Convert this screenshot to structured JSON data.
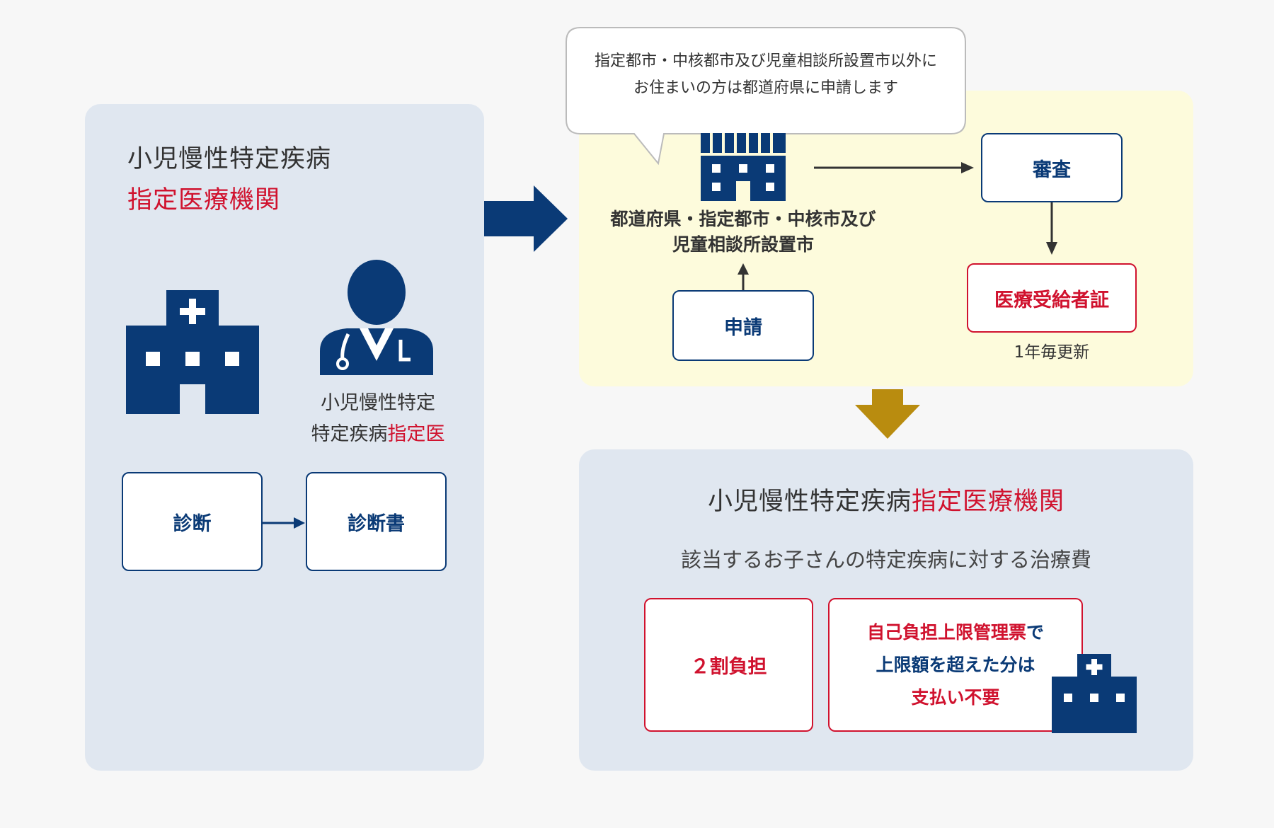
{
  "left_panel": {
    "title_line1": "小児慢性特定疾病",
    "title_line2": "指定医療機関",
    "doctor_label_line1": "小児慢性特定",
    "doctor_label_line2_a": "特定疾病",
    "doctor_label_line2_b": "指定医",
    "diagnosis": "診断",
    "certificate": "診断書"
  },
  "speech_bubble": {
    "line1": "指定都市・中核都市及び児童相談所設置市以外に",
    "line2": "お住まいの方は都道府県に申請します"
  },
  "application_panel": {
    "office_line1": "都道府県・指定都市・中核市及び",
    "office_line2": "児童相談所設置市",
    "application": "申請",
    "review": "審査",
    "certificate": "医療受給者証",
    "renewal": "1年毎更新"
  },
  "bottom_panel": {
    "title_a": "小児慢性特定疾病",
    "title_b": "指定医療機関",
    "subtitle": "該当するお子さんの特定疾病に対する治療費",
    "burden": "２割負担",
    "limit_line1_a": "自己負担上限管理票",
    "limit_line1_b": "で",
    "limit_line2": "上限額を超えた分は",
    "limit_line3": "支払い不要"
  },
  "colors": {
    "navy": "#0a3a76",
    "red": "#d0122e",
    "gold": "#b98c0f",
    "blue_panel": "#e0e7f0",
    "yellow_panel": "#fdfbdc"
  }
}
